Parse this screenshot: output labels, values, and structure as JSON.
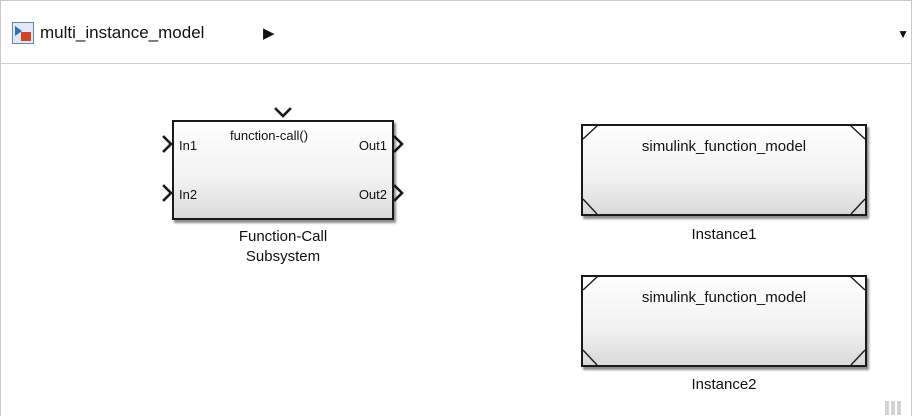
{
  "toolbar": {
    "model_name": "multi_instance_model",
    "crumb_arrow": "▶",
    "dropdown_arrow": "▼",
    "model_icon": "simulink-model-icon"
  },
  "blocks": {
    "function_call_subsystem": {
      "trigger_label": "function-call()",
      "inputs": [
        "In1",
        "In2"
      ],
      "outputs": [
        "Out1",
        "Out2"
      ],
      "caption_line1": "Function-Call",
      "caption_line2": "Subsystem"
    },
    "instance1": {
      "model_ref": "simulink_function_model",
      "caption": "Instance1"
    },
    "instance2": {
      "model_ref": "simulink_function_model",
      "caption": "Instance2"
    }
  }
}
